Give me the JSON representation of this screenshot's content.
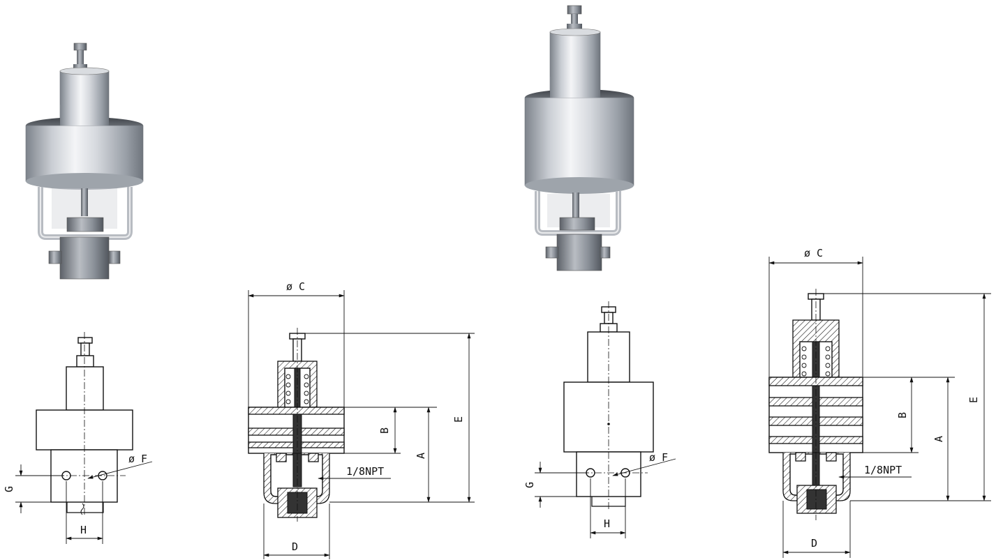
{
  "drawings": {
    "set1": {
      "front_view": {
        "label_F": "ø F",
        "label_G": "G",
        "label_H": "H"
      },
      "section_view": {
        "label_C": "ø C",
        "label_B": "B",
        "label_A": "A",
        "label_E": "E",
        "label_port": "1/8NPT",
        "label_D": "D"
      }
    },
    "set2": {
      "front_view": {
        "label_F": "ø F",
        "label_G": "G",
        "label_H": "H"
      },
      "section_view": {
        "label_C": "ø C",
        "label_B": "B",
        "label_A": "A",
        "label_E": "E",
        "label_port": "1/8NPT",
        "label_D": "D"
      }
    }
  },
  "photos": [
    {
      "name": "valve-photo-small",
      "colors": {
        "metal_light": "#e8eaee",
        "metal_dark": "#8e949c"
      }
    },
    {
      "name": "valve-photo-large",
      "colors": {
        "metal_light": "#e8eaee",
        "metal_dark": "#8e949c"
      }
    }
  ]
}
